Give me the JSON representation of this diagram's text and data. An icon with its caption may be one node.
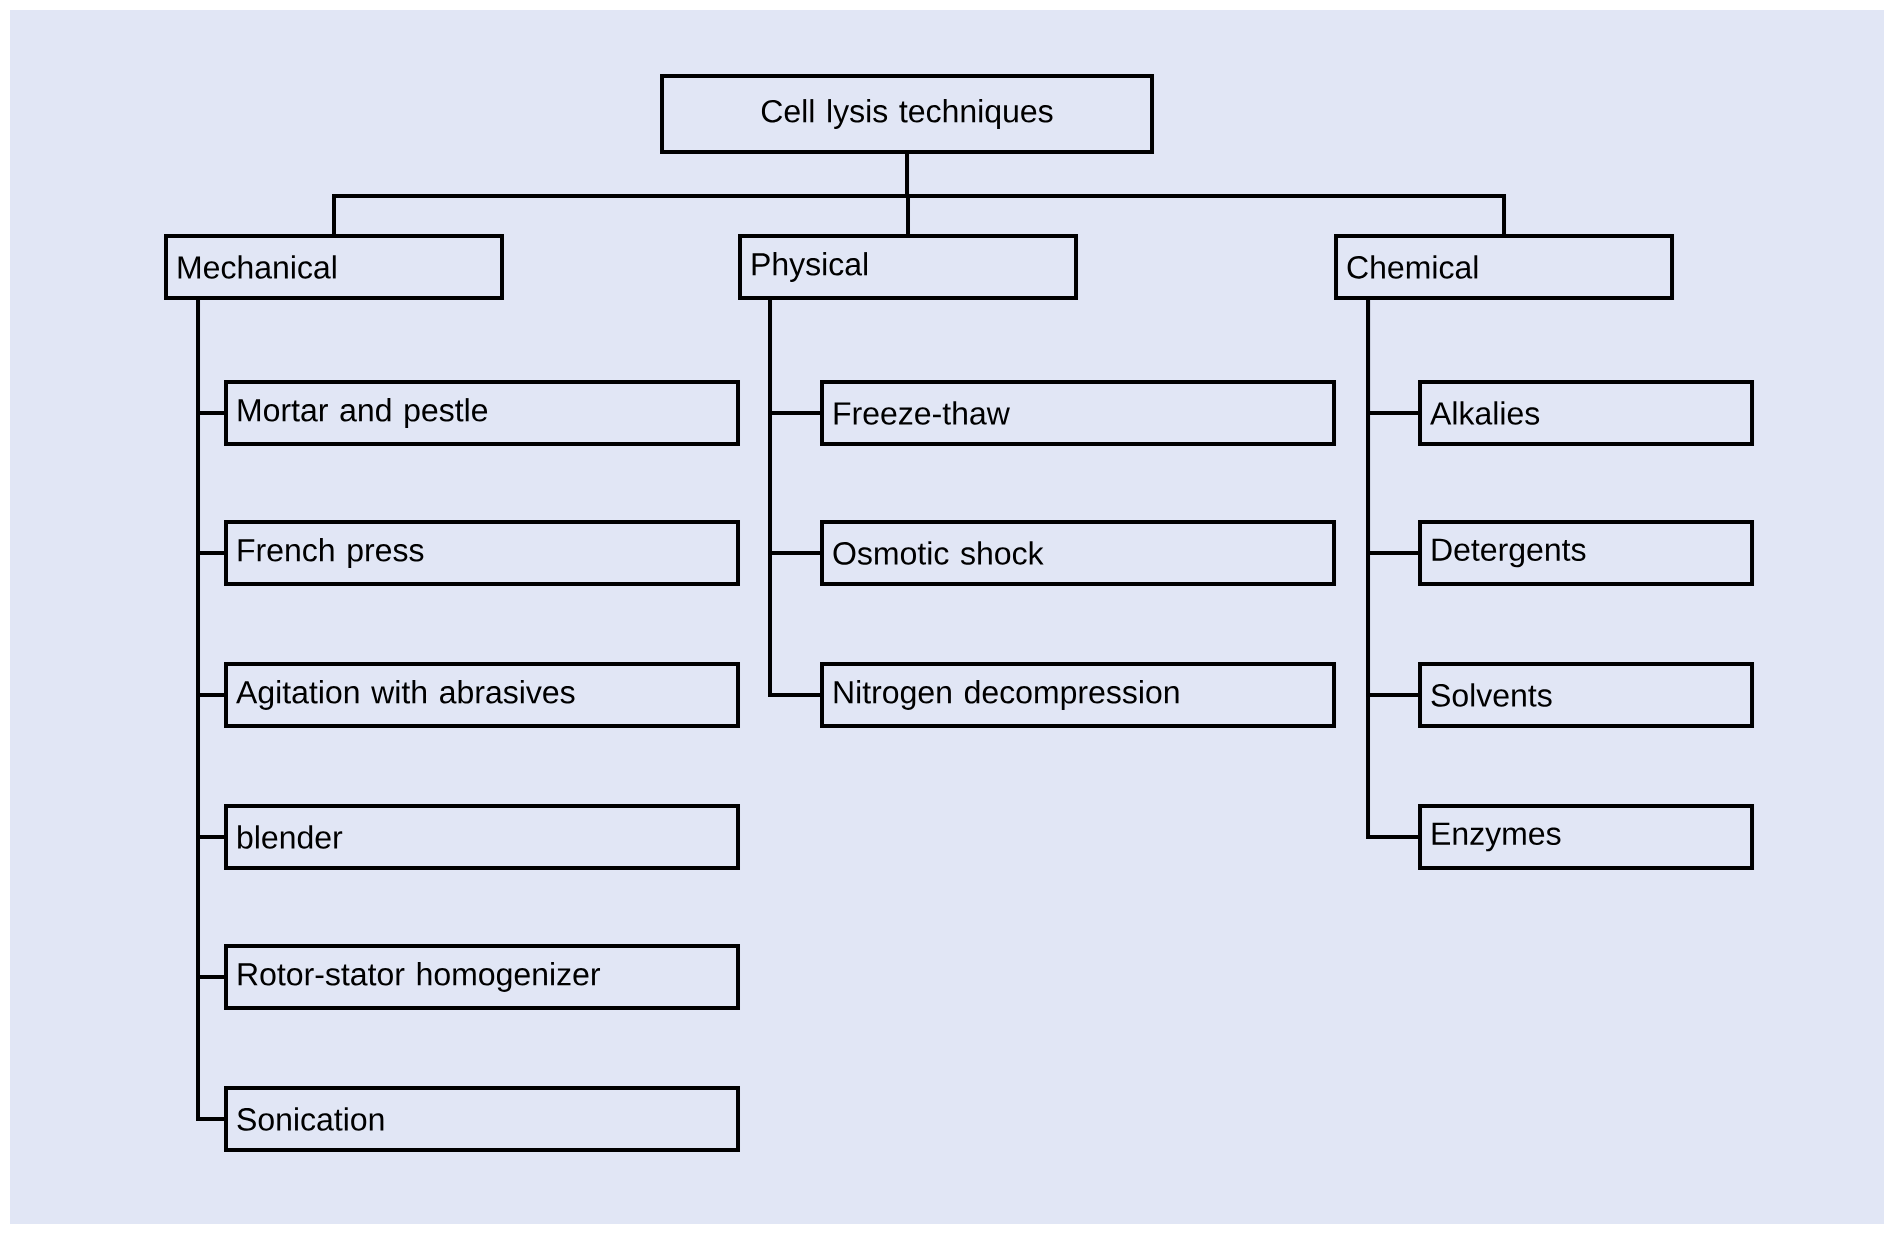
{
  "diagram": {
    "nodes": [
      {
        "text": [
          "Cell lysis techniques"
        ]
      },
      {
        "text": [
          "Mechanical"
        ]
      },
      {
        "text": [
          "Physical"
        ]
      },
      {
        "text": [
          "Chemical"
        ]
      },
      {
        "text": [
          "Mortar and pestle"
        ]
      },
      {
        "text": [
          "French press"
        ]
      },
      {
        "text": [
          "Agitation with abrasives"
        ]
      },
      {
        "text": [
          "blender"
        ]
      },
      {
        "text": [
          "Rotor-stator homogenizer"
        ]
      },
      {
        "text": [
          "Sonication"
        ]
      },
      {
        "text": [
          "Freeze-thaw"
        ]
      },
      {
        "text": [
          "Osmotic shock"
        ]
      },
      {
        "text": [
          "Nitrogen decompression"
        ]
      },
      {
        "text": [
          "Alkalies"
        ]
      },
      {
        "text": [
          "Detergents"
        ]
      },
      {
        "text": [
          "Solvents"
        ]
      },
      {
        "text": [
          "Enzymes"
        ]
      }
    ],
    "edges": [
      {
        "from": 0,
        "to": 1,
        "arrow": "none"
      },
      {
        "from": 0,
        "to": 2,
        "arrow": "none"
      },
      {
        "from": 0,
        "to": 3,
        "arrow": "none"
      },
      {
        "from": 1,
        "to": 4,
        "arrow": "none"
      },
      {
        "from": 1,
        "to": 5,
        "arrow": "none"
      },
      {
        "from": 1,
        "to": 6,
        "arrow": "none"
      },
      {
        "from": 1,
        "to": 7,
        "arrow": "none"
      },
      {
        "from": 1,
        "to": 8,
        "arrow": "none"
      },
      {
        "from": 1,
        "to": 9,
        "arrow": "none"
      },
      {
        "from": 2,
        "to": 10,
        "arrow": "none"
      },
      {
        "from": 2,
        "to": 11,
        "arrow": "none"
      },
      {
        "from": 2,
        "to": 12,
        "arrow": "none"
      },
      {
        "from": 3,
        "to": 13,
        "arrow": "none"
      },
      {
        "from": 3,
        "to": 14,
        "arrow": "none"
      },
      {
        "from": 3,
        "to": 15,
        "arrow": "none"
      },
      {
        "from": 3,
        "to": 16,
        "arrow": "none"
      }
    ]
  }
}
